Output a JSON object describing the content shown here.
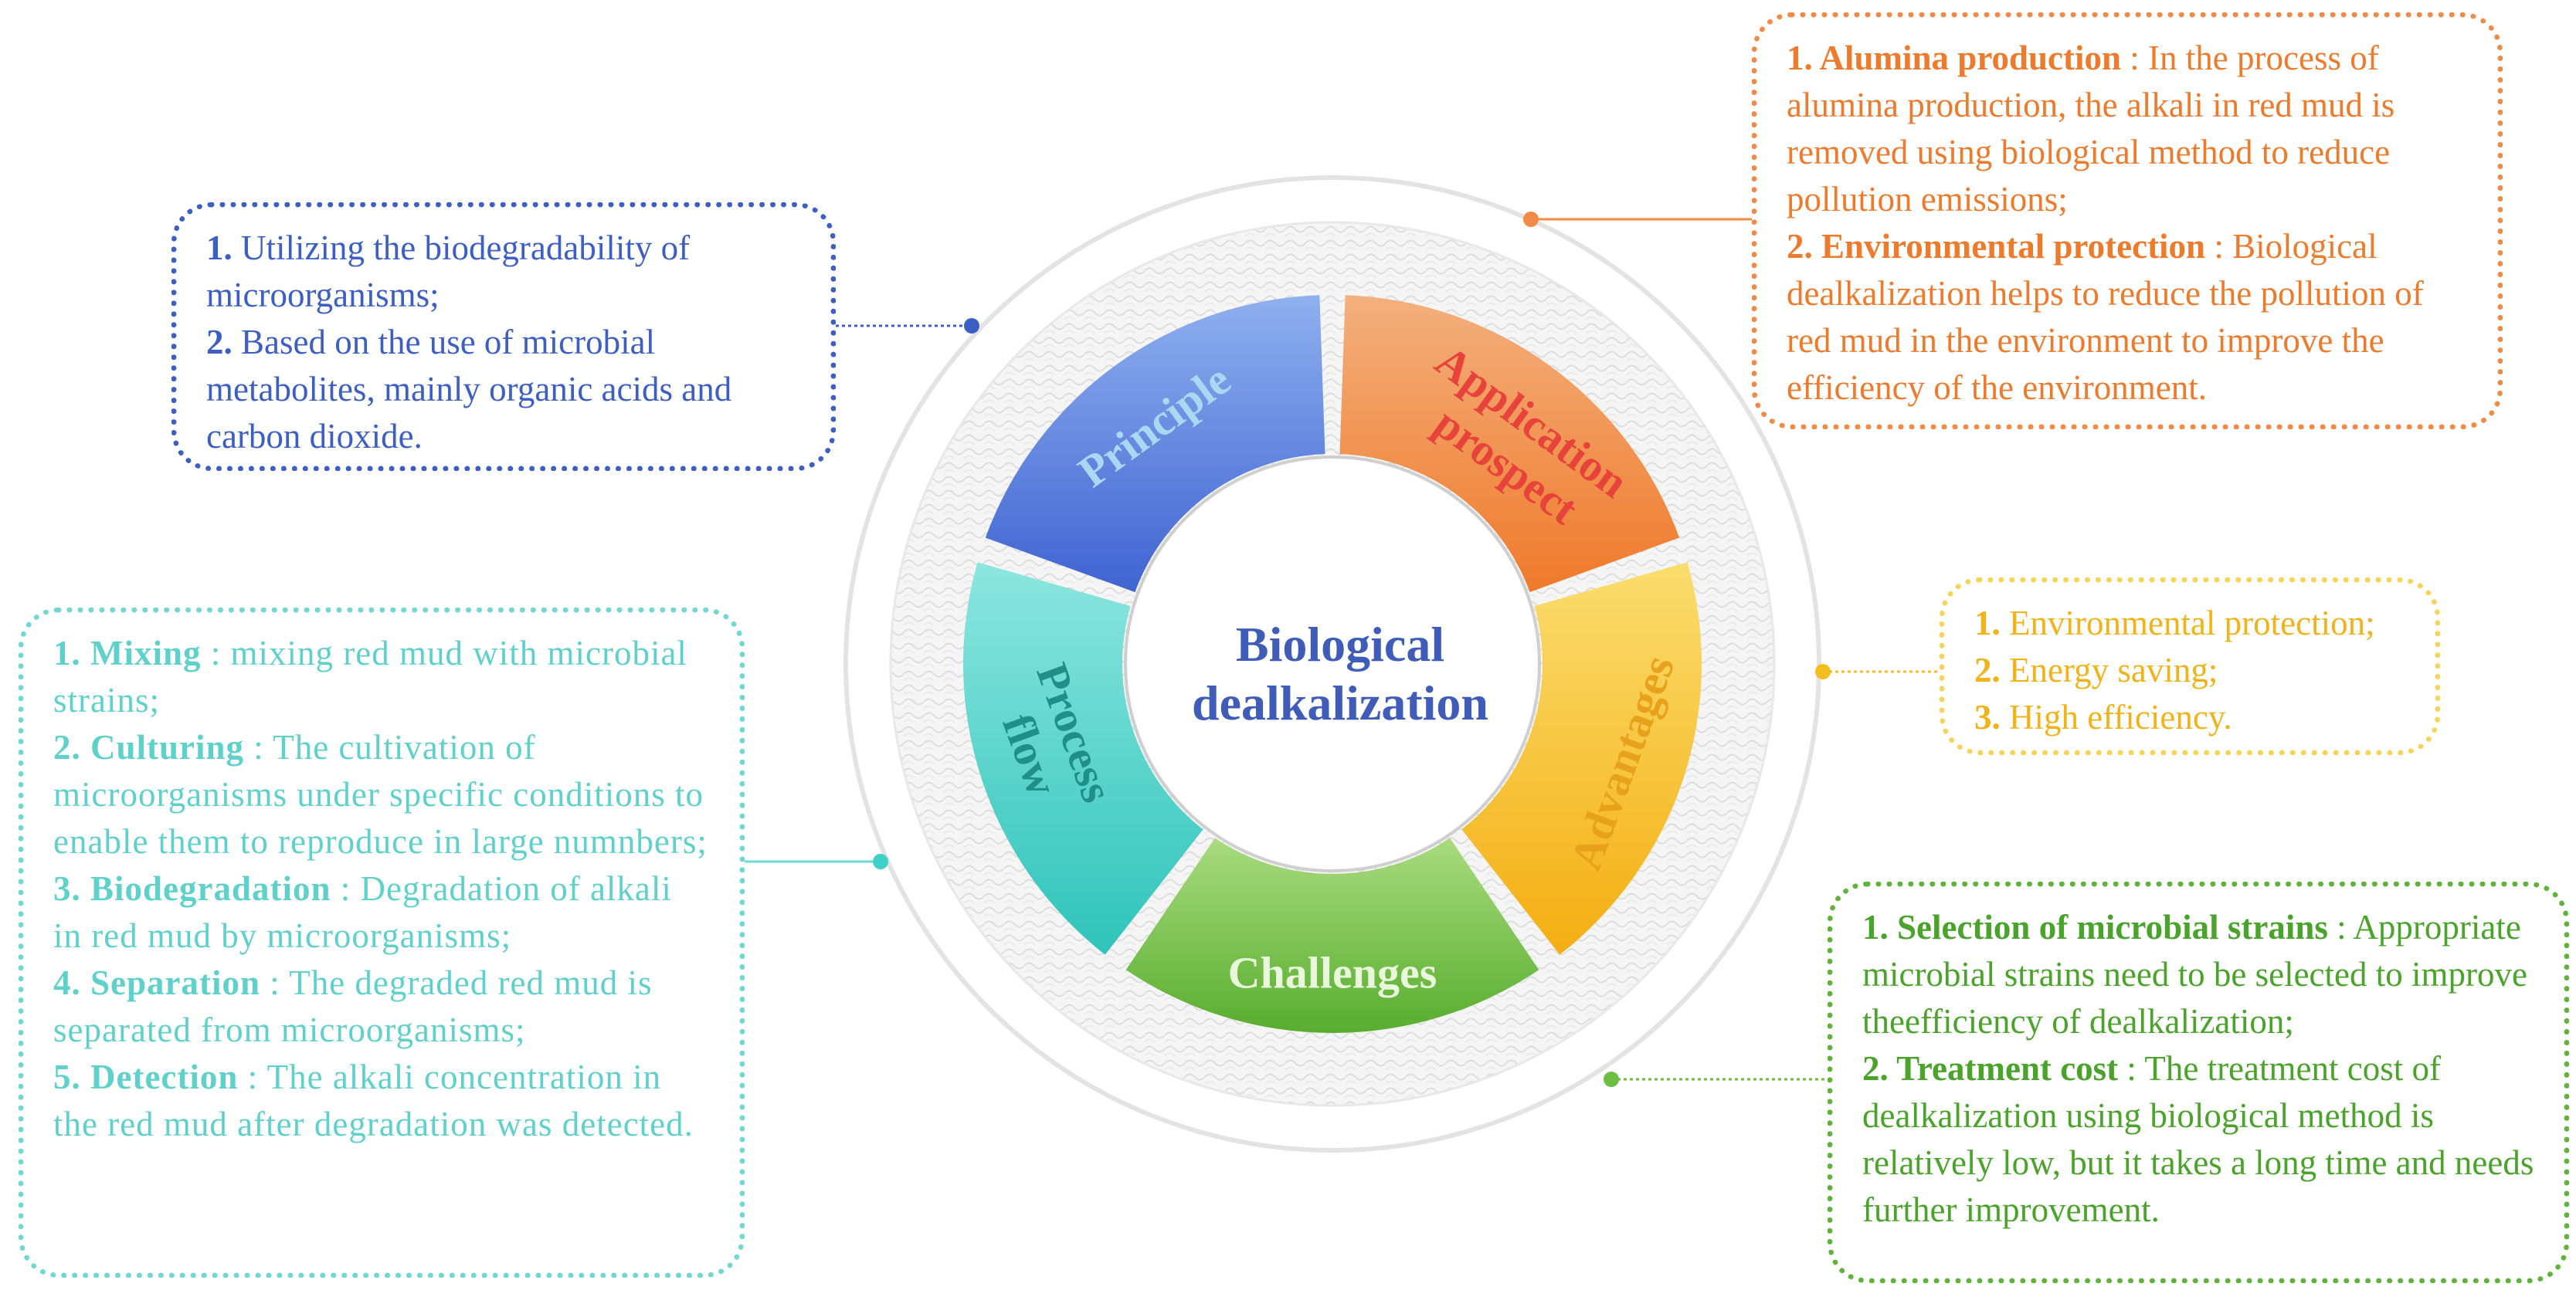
{
  "center": {
    "line1": "Biological",
    "line2": "dealkalization"
  },
  "segments": {
    "principle": {
      "label": "Principle"
    },
    "application": {
      "line1": "Application",
      "line2": "prospect"
    },
    "advantages": {
      "label": "Advantages"
    },
    "challenges": {
      "label": "Challenges"
    },
    "process": {
      "line1": "Process",
      "line2": "flow"
    }
  },
  "colors": {
    "principle": "#4b6fd6",
    "application": "#f08a46",
    "advantages": "#f5be1e",
    "challenges": "#6cbf43",
    "process": "#3fd0c8"
  },
  "boxes": {
    "principle": {
      "items": [
        {
          "num": "1.",
          "text": " Utilizing the biodegradability of microorganisms;"
        },
        {
          "num": "2.",
          "text": " Based on the use of microbial metabolites, mainly organic acids and carbon dioxide."
        }
      ]
    },
    "application": {
      "items": [
        {
          "num": "1. Alumina production",
          "text": " : In the process of alumina production, the alkali in red mud is removed using biological method to reduce pollution emissions;"
        },
        {
          "num": "2. Environmental protection",
          "text": " : Biological dealkalization helps to reduce the pollution of red mud in the environment to improve the efficiency of the environment."
        }
      ]
    },
    "process": {
      "items": [
        {
          "num": "1. Mixing",
          "text": " : mixing red mud with microbial strains;"
        },
        {
          "num": "2. Culturing",
          "text": " : The cultivation of microorganisms under specific conditions to enable them to reproduce in large numnbers;"
        },
        {
          "num": "3. Biodegradation",
          "text": " : Degradation of alkali in red mud by microorganisms;"
        },
        {
          "num": "4. Separation",
          "text": " : The degraded red mud is separated from microorganisms;"
        },
        {
          "num": "5. Detection",
          "text": " : The alkali concentration in the red mud after degradation was detected."
        }
      ]
    },
    "advantages": {
      "items": [
        {
          "num": "1.",
          "text": " Environmental protection;"
        },
        {
          "num": "2.",
          "text": " Energy saving;"
        },
        {
          "num": "3.",
          "text": " High efficiency."
        }
      ]
    },
    "challenges": {
      "items": [
        {
          "num": "1. Selection of microbial strains",
          "text": " : Appropriate microbial strains need to be selected to improve theefficiency of dealkalization;"
        },
        {
          "num": "2. Treatment cost",
          "text": " : The treatment cost of dealkalization using biological method is relatively low, but it takes a long time and needs further improvement."
        }
      ]
    }
  }
}
